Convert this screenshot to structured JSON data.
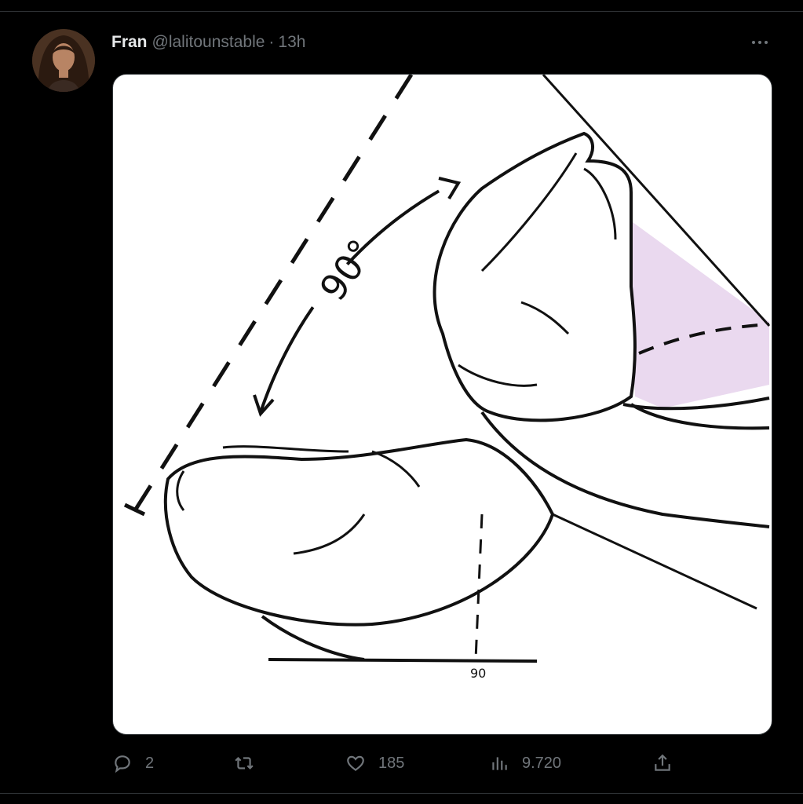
{
  "tweet": {
    "author_name": "Fran",
    "handle": "@lalitounstable",
    "separator": "·",
    "time": "13h",
    "media": {
      "angle_label": "90°",
      "bottom_mark": "90"
    },
    "actions": {
      "replies": "2",
      "retweets": "",
      "likes": "185",
      "views": "9.720"
    }
  },
  "icons": {
    "reply": "reply-icon",
    "retweet": "retweet-icon",
    "like": "heart-icon",
    "views": "views-icon",
    "share": "share-icon",
    "more": "more-icon"
  },
  "colors": {
    "background": "#000000",
    "text": "#e7e9ea",
    "muted": "#71767b",
    "border": "#2f3336",
    "shade": "#ead9ef"
  }
}
